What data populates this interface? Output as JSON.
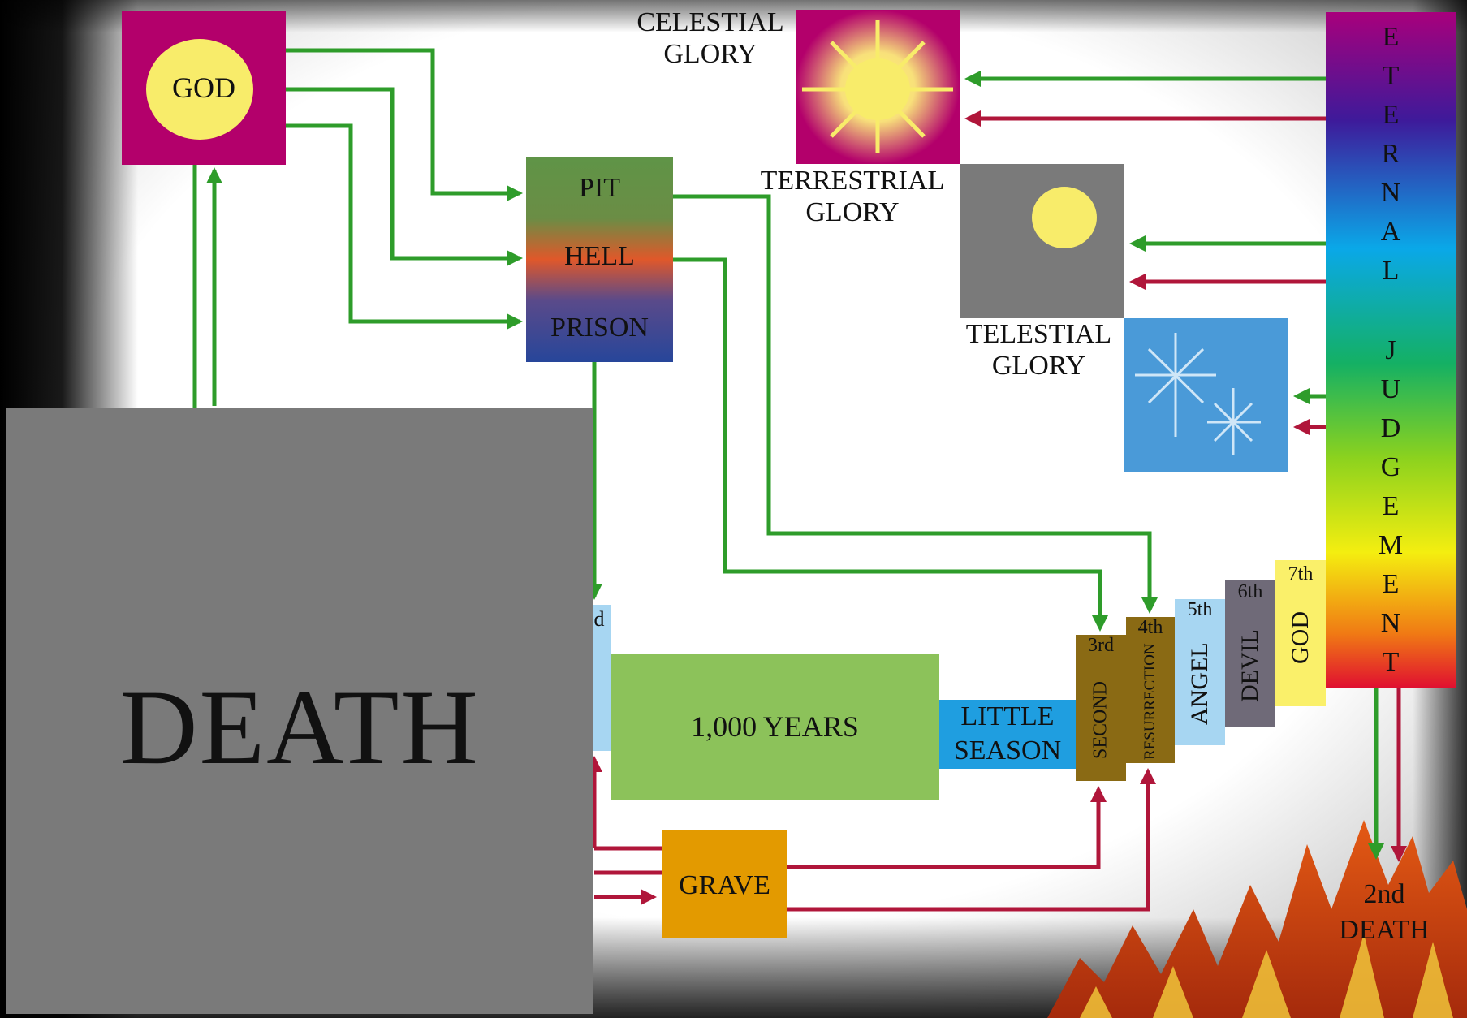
{
  "diagram": {
    "god": "GOD",
    "celestial": "CELESTIAL\nGLORY",
    "terrestrial": "TERRESTRIAL\nGLORY",
    "telestial": "TELESTIAL\nGLORY",
    "pit": "PIT",
    "hell": "HELL",
    "prison": "PRISON",
    "eternal": "E T E R N A L",
    "judgement": "J U D G E M E N T",
    "death": "DEATH",
    "partial_label": "d",
    "thousand_years": "1,000 YEARS",
    "little_season": "LITTLE\nSEASON",
    "third": "3rd",
    "fourth": "4th",
    "fifth": "5th",
    "sixth": "6th",
    "seventh": "7th",
    "second": "SECOND",
    "resurrection": "RESURRECTION",
    "angel": "ANGEL",
    "devil": "DEVIL",
    "god_vertical": "GOD",
    "grave": "GRAVE",
    "second_death": "2nd\nDEATH"
  },
  "colors": {
    "arrow_green": "#2e9c2a",
    "arrow_red": "#b0163a",
    "magenta": "#b3006b",
    "grey": "#7a7a7a",
    "sun_yellow": "#f8ec6a",
    "telestial_blue": "#4a9ad8",
    "green_block": "#8cc25a",
    "blue_block": "#1f9ee0",
    "olive": "#8a6a14",
    "light_blue": "#a7d6f2",
    "devil_grey": "#6f6a78",
    "yellow": "#faf06a",
    "grave_orange": "#e39a00"
  }
}
